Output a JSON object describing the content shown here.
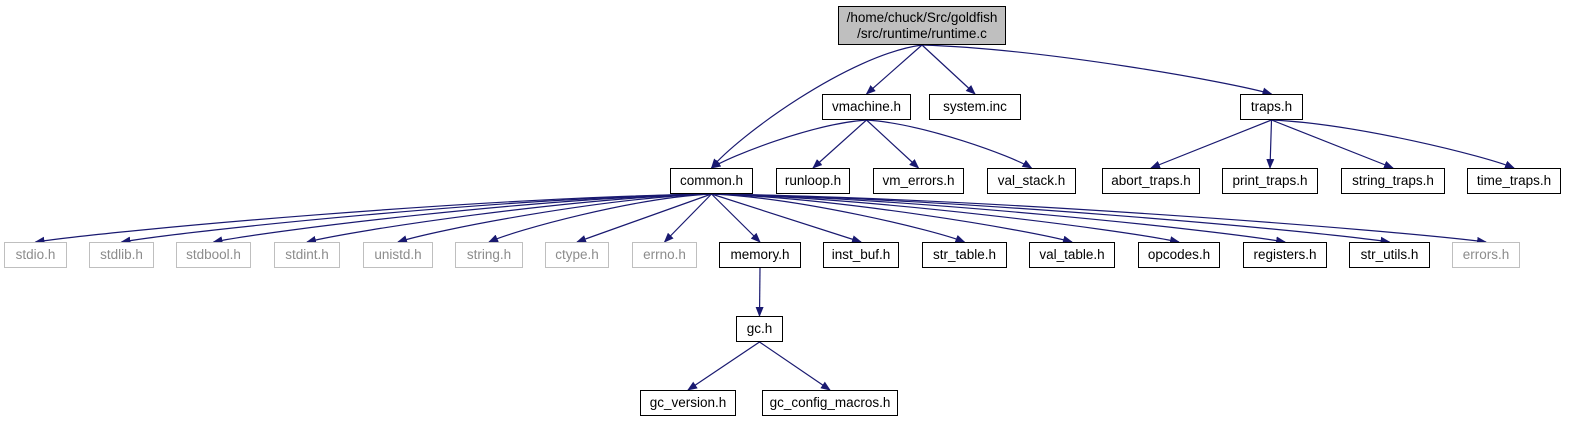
{
  "edge_color": "#191970",
  "root_fill": "#bfbfbf",
  "system_border": "#bfbfbf",
  "system_text": "#8c8c8c",
  "nodes": {
    "runtime_c": {
      "line1": "/home/chuck/Src/goldfish",
      "line2": "/src/runtime/runtime.c"
    },
    "vmachine_h": "vmachine.h",
    "system_inc": "system.inc",
    "traps_h": "traps.h",
    "common_h": "common.h",
    "runloop_h": "runloop.h",
    "vm_errors_h": "vm_errors.h",
    "val_stack_h": "val_stack.h",
    "abort_traps_h": "abort_traps.h",
    "print_traps_h": "print_traps.h",
    "string_traps_h": "string_traps.h",
    "time_traps_h": "time_traps.h",
    "stdio_h": "stdio.h",
    "stdlib_h": "stdlib.h",
    "stdbool_h": "stdbool.h",
    "stdint_h": "stdint.h",
    "unistd_h": "unistd.h",
    "string_h": "string.h",
    "ctype_h": "ctype.h",
    "errno_h": "errno.h",
    "memory_h": "memory.h",
    "inst_buf_h": "inst_buf.h",
    "str_table_h": "str_table.h",
    "val_table_h": "val_table.h",
    "opcodes_h": "opcodes.h",
    "registers_h": "registers.h",
    "str_utils_h": "str_utils.h",
    "errors_h": "errors.h",
    "gc_h": "gc.h",
    "gc_version_h": "gc_version.h",
    "gc_config_macros_h": "gc_config_macros.h"
  },
  "edges": [
    [
      "runtime_c",
      "common_h"
    ],
    [
      "runtime_c",
      "vmachine_h"
    ],
    [
      "runtime_c",
      "system_inc"
    ],
    [
      "runtime_c",
      "traps_h"
    ],
    [
      "vmachine_h",
      "common_h"
    ],
    [
      "vmachine_h",
      "runloop_h"
    ],
    [
      "vmachine_h",
      "vm_errors_h"
    ],
    [
      "vmachine_h",
      "val_stack_h"
    ],
    [
      "traps_h",
      "abort_traps_h"
    ],
    [
      "traps_h",
      "print_traps_h"
    ],
    [
      "traps_h",
      "string_traps_h"
    ],
    [
      "traps_h",
      "time_traps_h"
    ],
    [
      "common_h",
      "stdio_h"
    ],
    [
      "common_h",
      "stdlib_h"
    ],
    [
      "common_h",
      "stdbool_h"
    ],
    [
      "common_h",
      "stdint_h"
    ],
    [
      "common_h",
      "unistd_h"
    ],
    [
      "common_h",
      "string_h"
    ],
    [
      "common_h",
      "ctype_h"
    ],
    [
      "common_h",
      "errno_h"
    ],
    [
      "common_h",
      "memory_h"
    ],
    [
      "common_h",
      "inst_buf_h"
    ],
    [
      "common_h",
      "str_table_h"
    ],
    [
      "common_h",
      "val_table_h"
    ],
    [
      "common_h",
      "opcodes_h"
    ],
    [
      "common_h",
      "registers_h"
    ],
    [
      "common_h",
      "str_utils_h"
    ],
    [
      "common_h",
      "errors_h"
    ],
    [
      "memory_h",
      "gc_h"
    ],
    [
      "gc_h",
      "gc_version_h"
    ],
    [
      "gc_h",
      "gc_config_macros_h"
    ]
  ]
}
